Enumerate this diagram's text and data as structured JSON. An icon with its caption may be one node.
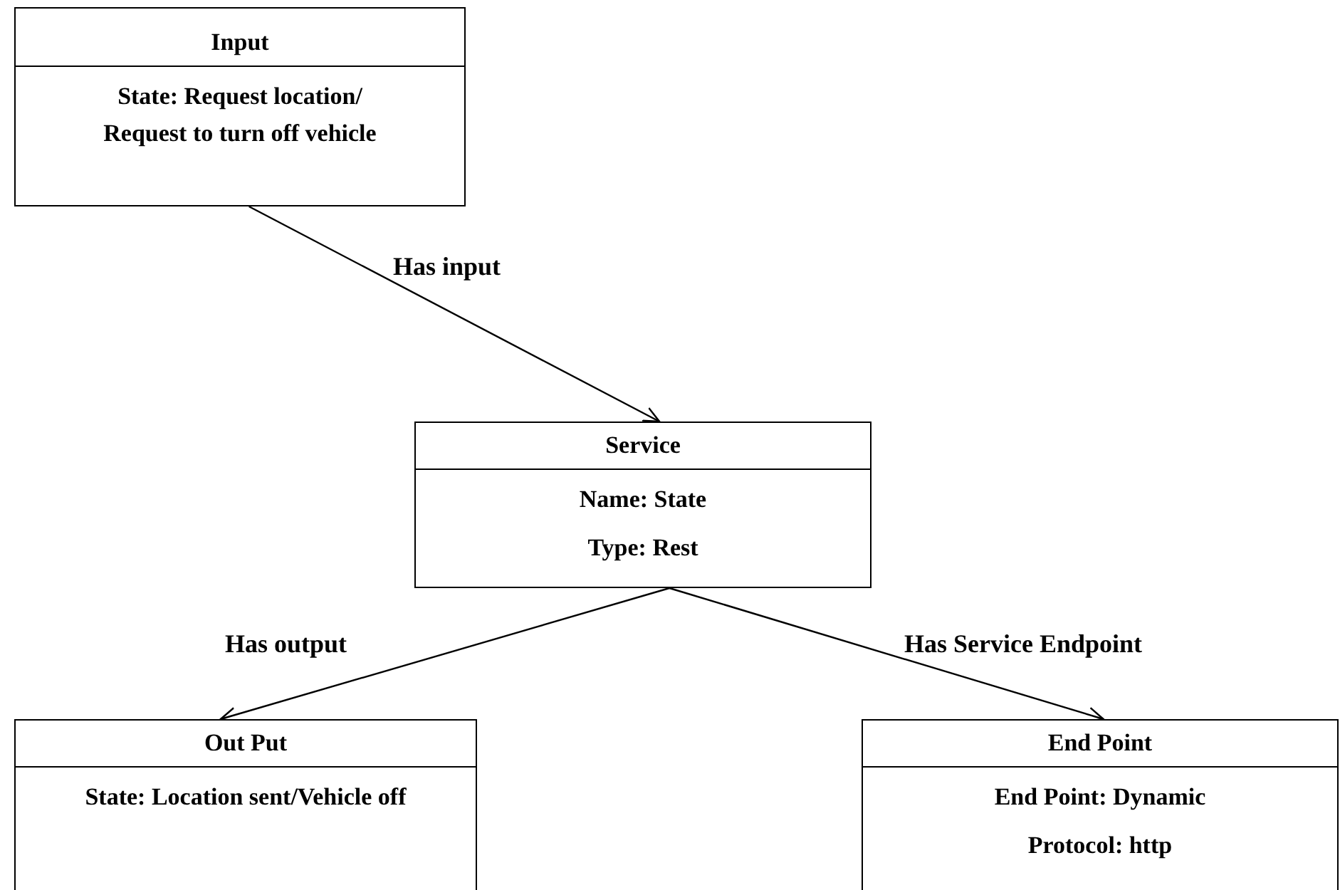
{
  "diagram": {
    "nodes": [
      {
        "text": [
          "Input",
          "State: Request location/ Request to turn off vehicle"
        ]
      },
      {
        "text": [
          "Service",
          "Name: State",
          "Type: Rest"
        ]
      },
      {
        "text": [
          "Out Put",
          "State: Location sent/Vehicle off"
        ]
      },
      {
        "text": [
          "End Point",
          "End Point: Dynamic",
          "Protocol: http"
        ]
      }
    ],
    "edges": [
      {
        "from": 0,
        "to": 1,
        "arrow": "to",
        "label": "Has input"
      },
      {
        "from": 1,
        "to": 2,
        "arrow": "to",
        "label": "Has output"
      },
      {
        "from": 1,
        "to": 3,
        "arrow": "to",
        "label": "Has Service Endpoint"
      }
    ]
  }
}
